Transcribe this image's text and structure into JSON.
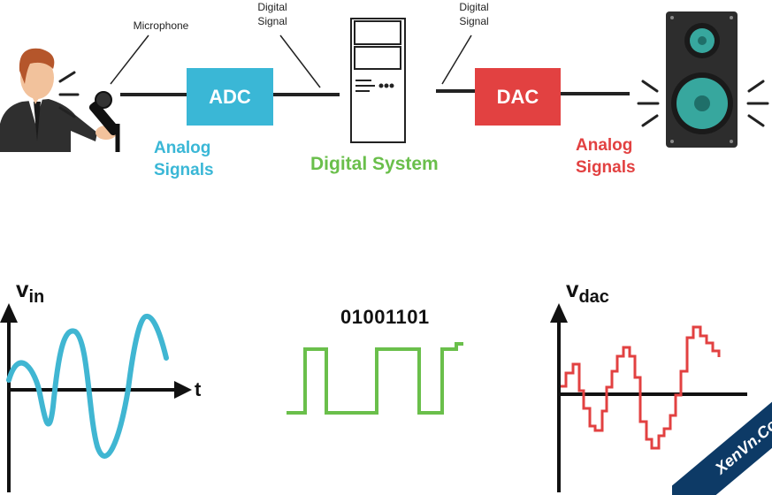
{
  "top": {
    "microphone_label": "Microphone",
    "digital_signal_left": [
      "Digital",
      "Signal"
    ],
    "digital_signal_right": [
      "Digital",
      "Signal"
    ],
    "adc_label": "ADC",
    "dac_label": "DAC",
    "analog_signals_left": [
      "Analog",
      "Signals"
    ],
    "analog_signals_right": [
      "Analog",
      "Signals"
    ],
    "digital_system_label": "Digital System"
  },
  "bottom": {
    "vin_label": "v",
    "vin_sub": "in",
    "t_label": "t",
    "bits_label": "01001101",
    "vdac_label": "v",
    "vdac_sub": "dac"
  },
  "watermark": "XenVn.Com",
  "colors": {
    "adc": "#3ab7d6",
    "dac": "#e24141",
    "digital": "#6abf4b",
    "analog_left": "#3ab7d6",
    "analog_right": "#e24141"
  }
}
